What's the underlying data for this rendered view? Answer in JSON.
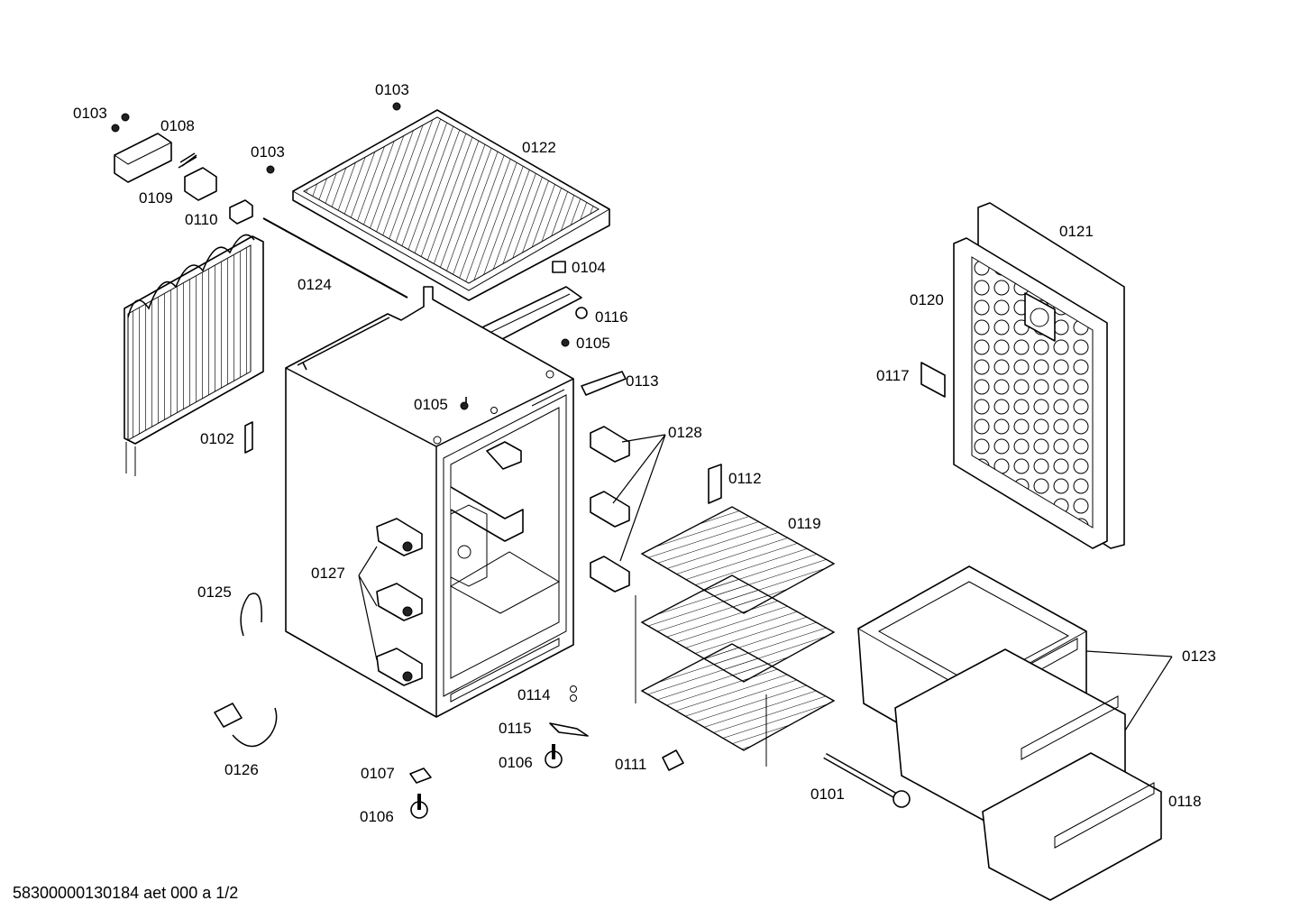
{
  "labels": {
    "p0101": "0101",
    "p0102": "0102",
    "p0103a": "0103",
    "p0103b": "0103",
    "p0103c": "0103",
    "p0104": "0104",
    "p0105a": "0105",
    "p0105b": "0105",
    "p0106a": "0106",
    "p0106b": "0106",
    "p0107": "0107",
    "p0108": "0108",
    "p0109": "0109",
    "p0110": "0110",
    "p0111": "0111",
    "p0112": "0112",
    "p0113": "0113",
    "p0114": "0114",
    "p0115": "0115",
    "p0116": "0116",
    "p0117": "0117",
    "p0118": "0118",
    "p0119": "0119",
    "p0120": "0120",
    "p0121": "0121",
    "p0122": "0122",
    "p0123": "0123",
    "p0124": "0124",
    "p0125": "0125",
    "p0126": "0126",
    "p0127": "0127",
    "p0128": "0128"
  },
  "footer": "58300000130184 aet 000 a 1/2"
}
